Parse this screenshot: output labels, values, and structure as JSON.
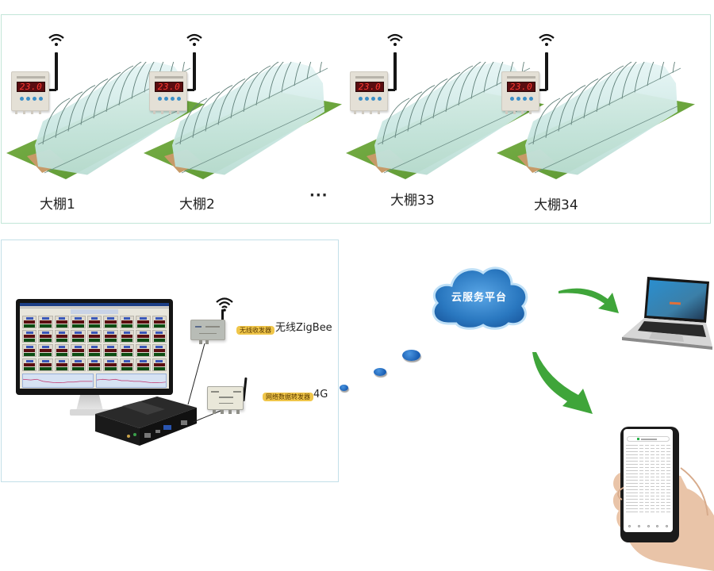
{
  "greenhouses": [
    {
      "label": "大棚1",
      "sensor_reading": "23.0"
    },
    {
      "label": "大棚2",
      "sensor_reading": "23.0"
    },
    {
      "label": "大棚33",
      "sensor_reading": "23.0"
    },
    {
      "label": "大棚34",
      "sensor_reading": "23.0"
    }
  ],
  "greenhouse_ellipsis": "···",
  "system": {
    "zigbee_device_badge": "无线收发器",
    "zigbee_label": "无线ZigBee",
    "forwarder_device_badge": "网络数据转发器",
    "forwarder_label": "4G",
    "monitor_tiles": 36
  },
  "cloud": {
    "label": "云服务平台"
  },
  "clients": {
    "laptop": "laptop",
    "phone": "phone"
  },
  "colors": {
    "cloud_blue": "#2f7fc6",
    "arrow_green": "#3fa53a",
    "badge_yellow": "#f0c64a",
    "sensor_red": "#ff3a32",
    "panel_border": "#c2e6d8"
  }
}
